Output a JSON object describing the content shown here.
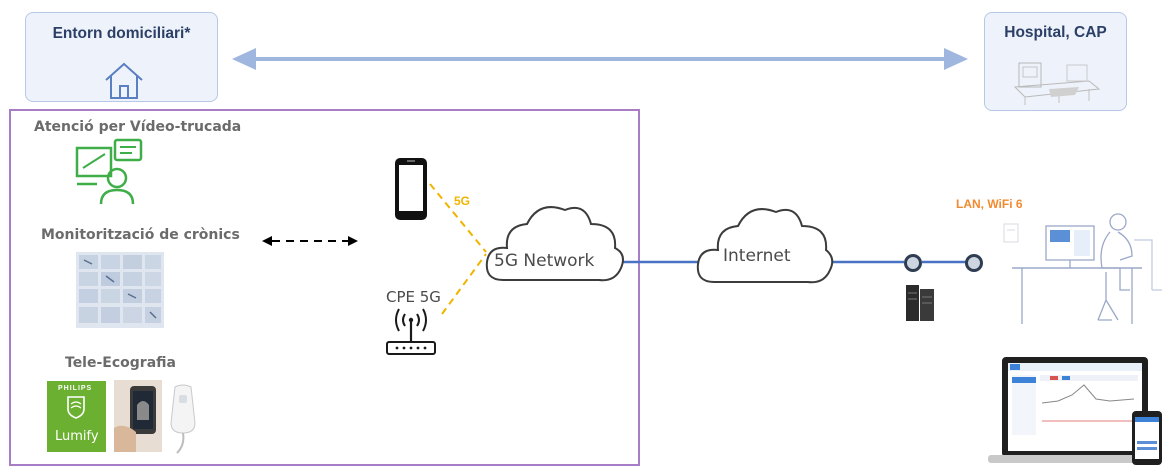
{
  "home_box": {
    "title": "Entorn domiciliari*",
    "icon": "house-icon"
  },
  "hospital_box": {
    "title": "Hospital, CAP",
    "icon": "hospital-bed-icon"
  },
  "services": {
    "video_call": "Atenció per Vídeo-trucada",
    "chronic_monitoring": "Monitorització de crònics",
    "tele_ultrasound": "Tele-Ecografia"
  },
  "network": {
    "link_5g": "5G",
    "cpe": "CPE 5G",
    "network_5g": "5G Network",
    "internet": "Internet",
    "lan_wifi": "LAN, WiFi 6"
  },
  "lumify": {
    "brand": "PHILIPS",
    "product": "Lumify"
  },
  "colors": {
    "box_fill": "#eef3fb",
    "box_border": "#b6c8e6",
    "frame_border": "#a97cc6",
    "arrow": "#9fb6df",
    "network_line": "#4a72c4",
    "link_5g": "#f0b400",
    "lan_label": "#f28a30",
    "video_icon": "#3fae49",
    "lumify_green": "#6bb030"
  }
}
